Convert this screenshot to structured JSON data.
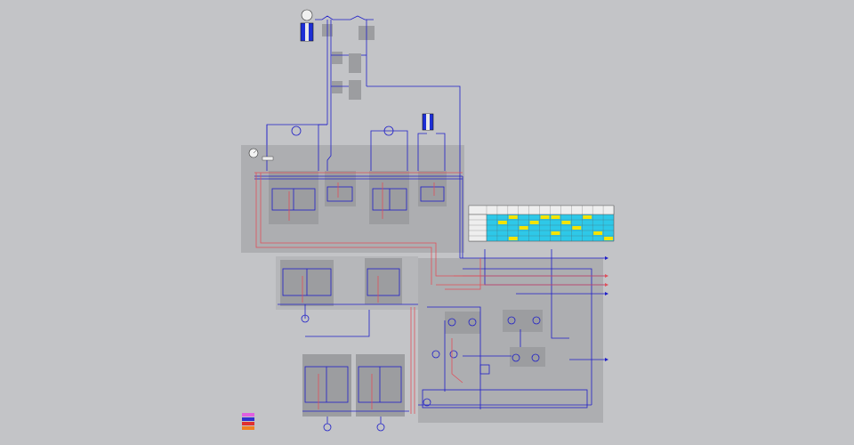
{
  "colors": {
    "background": "#c3c4c7",
    "panel": "#adaeb1",
    "subpanel": "#9c9da0",
    "line_blue": "#1f1fc8",
    "line_red": "#e0505a",
    "table_cyan": "#2ec8e8",
    "table_yellow": "#f5e400",
    "actuator_blue": "#1d2fd6"
  },
  "icons": [
    "hydraulic-cylinder-icon",
    "pump-icon",
    "valve-icon",
    "accumulator-icon",
    "gauge-icon"
  ],
  "table": {
    "headers": [
      "",
      "",
      "",
      "",
      "",
      "",
      "",
      "",
      "",
      "",
      "",
      ""
    ],
    "rows": [
      {
        "label": "",
        "yellow_cells": [
          2,
          5,
          6,
          9
        ]
      },
      {
        "label": "",
        "yellow_cells": [
          1,
          4,
          7
        ]
      },
      {
        "label": "",
        "yellow_cells": [
          3,
          8
        ]
      },
      {
        "label": "",
        "yellow_cells": [
          6,
          10
        ]
      },
      {
        "label": "",
        "yellow_cells": [
          2,
          11
        ]
      }
    ]
  },
  "legend": {
    "items": [
      {
        "color": "#e060e0",
        "label": ""
      },
      {
        "color": "#3030d0",
        "label": ""
      },
      {
        "color": "#e03030",
        "label": ""
      },
      {
        "color": "#f08020",
        "label": ""
      }
    ]
  }
}
